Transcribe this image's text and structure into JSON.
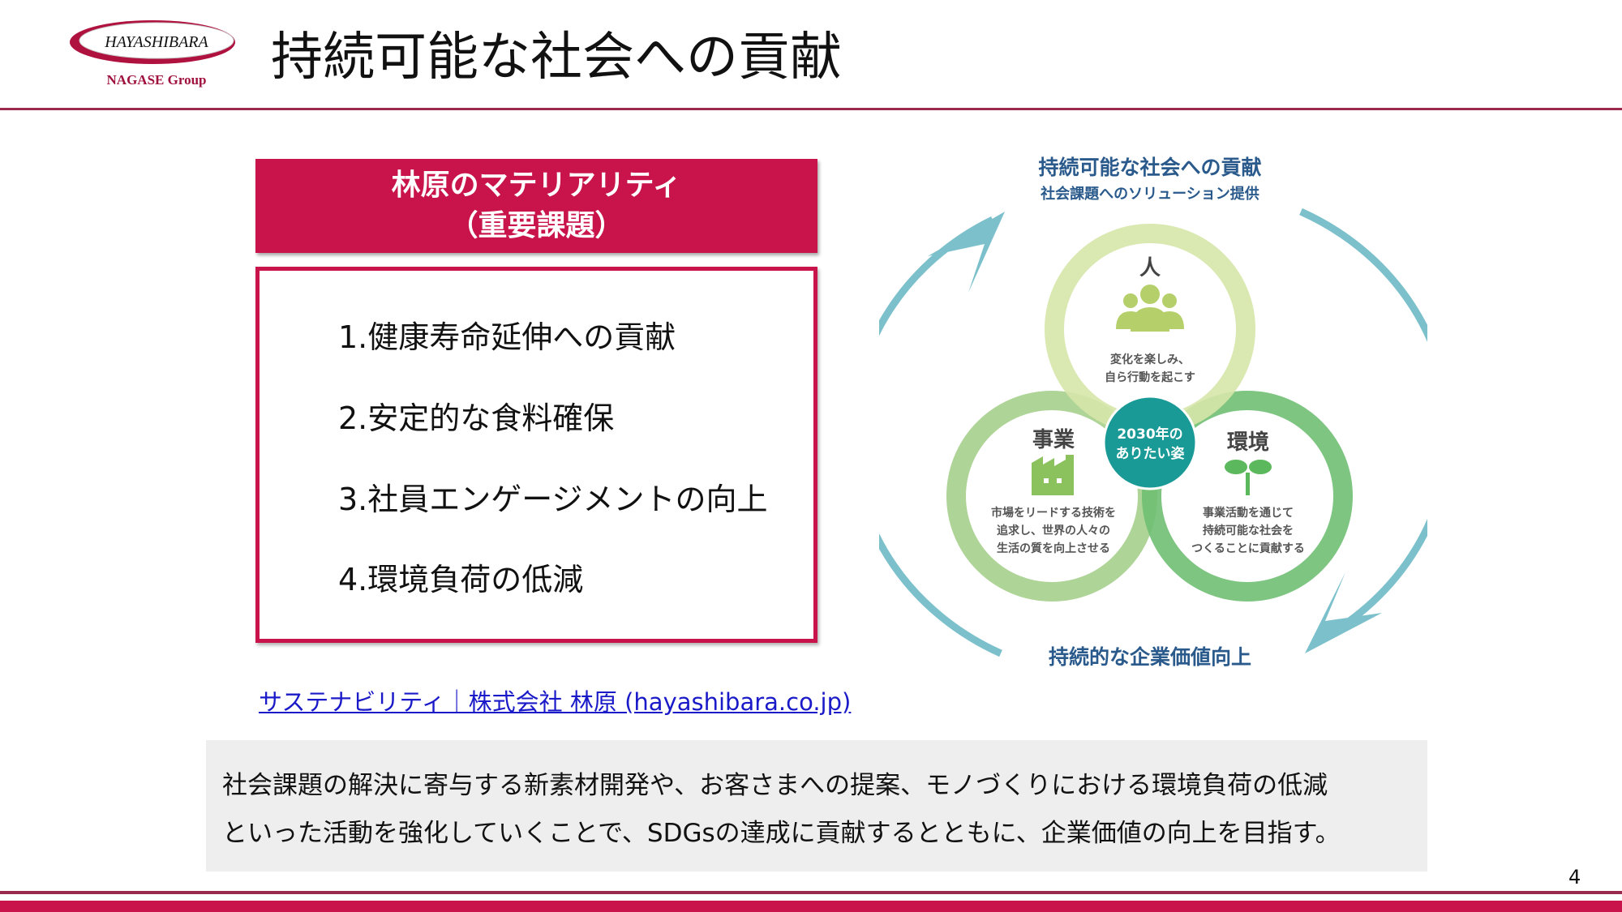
{
  "logo": {
    "brand": "HAYASHIBARA",
    "group": "NAGASE Group"
  },
  "title": "持続可能な社会への貢献",
  "materiality": {
    "header_line1": "林原のマテリアリティ",
    "header_line2": "（重要課題）",
    "items": [
      "1.健康寿命延伸への貢献",
      "2.安定的な食料確保",
      "3.社員エンゲージメントの向上",
      "4.環境負荷の低減"
    ]
  },
  "link": "サステナビリティ｜株式会社 林原 (hayashibara.co.jp)",
  "diagram": {
    "top_title": "持続可能な社会への貢献",
    "top_subtitle": "社会課題へのソリューション提供",
    "bottom_title": "持続的な企業価値向上",
    "center_line1": "2030年の",
    "center_line2": "ありたい姿",
    "people": {
      "label": "人",
      "line1": "変化を楽しみ、",
      "line2": "自ら行動を起こす"
    },
    "business": {
      "label": "事業",
      "line1": "市場をリードする技術を",
      "line2": "追求し、世界の人々の",
      "line3": "生活の質を向上させる"
    },
    "environment": {
      "label": "環境",
      "line1": "事業活動を通じて",
      "line2": "持続可能な社会を",
      "line3": "つくることに貢献する"
    }
  },
  "summary": {
    "line1": "社会課題の解決に寄与する新素材開発や、お客さまへの提案、モノづくりにおける環境負荷の低減",
    "line2": "といった活動を強化していくことで、SDGsの達成に貢献するとともに、企業価値の向上を目指す。"
  },
  "page_number": "4",
  "colors": {
    "brand": "#c8144a",
    "rule": "#9a2a4d",
    "link": "#1a1ac8",
    "arrow": "#7cc0cc",
    "teal": "#1a9a96"
  }
}
